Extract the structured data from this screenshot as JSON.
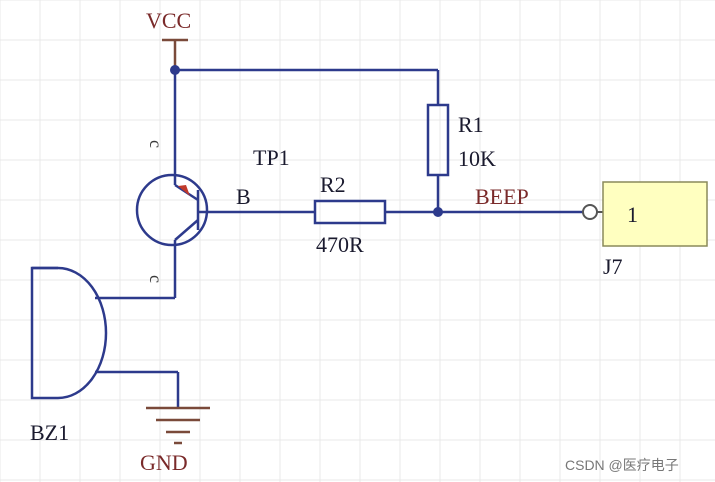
{
  "labels": {
    "vcc": "VCC",
    "gnd": "GND",
    "r1_name": "R1",
    "r1_value": "10K",
    "r2_name": "R2",
    "r2_value": "470R",
    "transistor_name": "TP1",
    "base_label": "B",
    "collector_label": "c",
    "emitter_label": "c",
    "net_beep": "BEEP",
    "connector_name": "J7",
    "connector_pin": "1",
    "buzzer_name": "BZ1"
  },
  "watermark": "CSDN @医疗电子",
  "colors": {
    "wire": "#2d3a8c",
    "net_label": "#7a2a2a",
    "connector_fill": "#ffffc0",
    "grid": "#e9e9e9"
  }
}
